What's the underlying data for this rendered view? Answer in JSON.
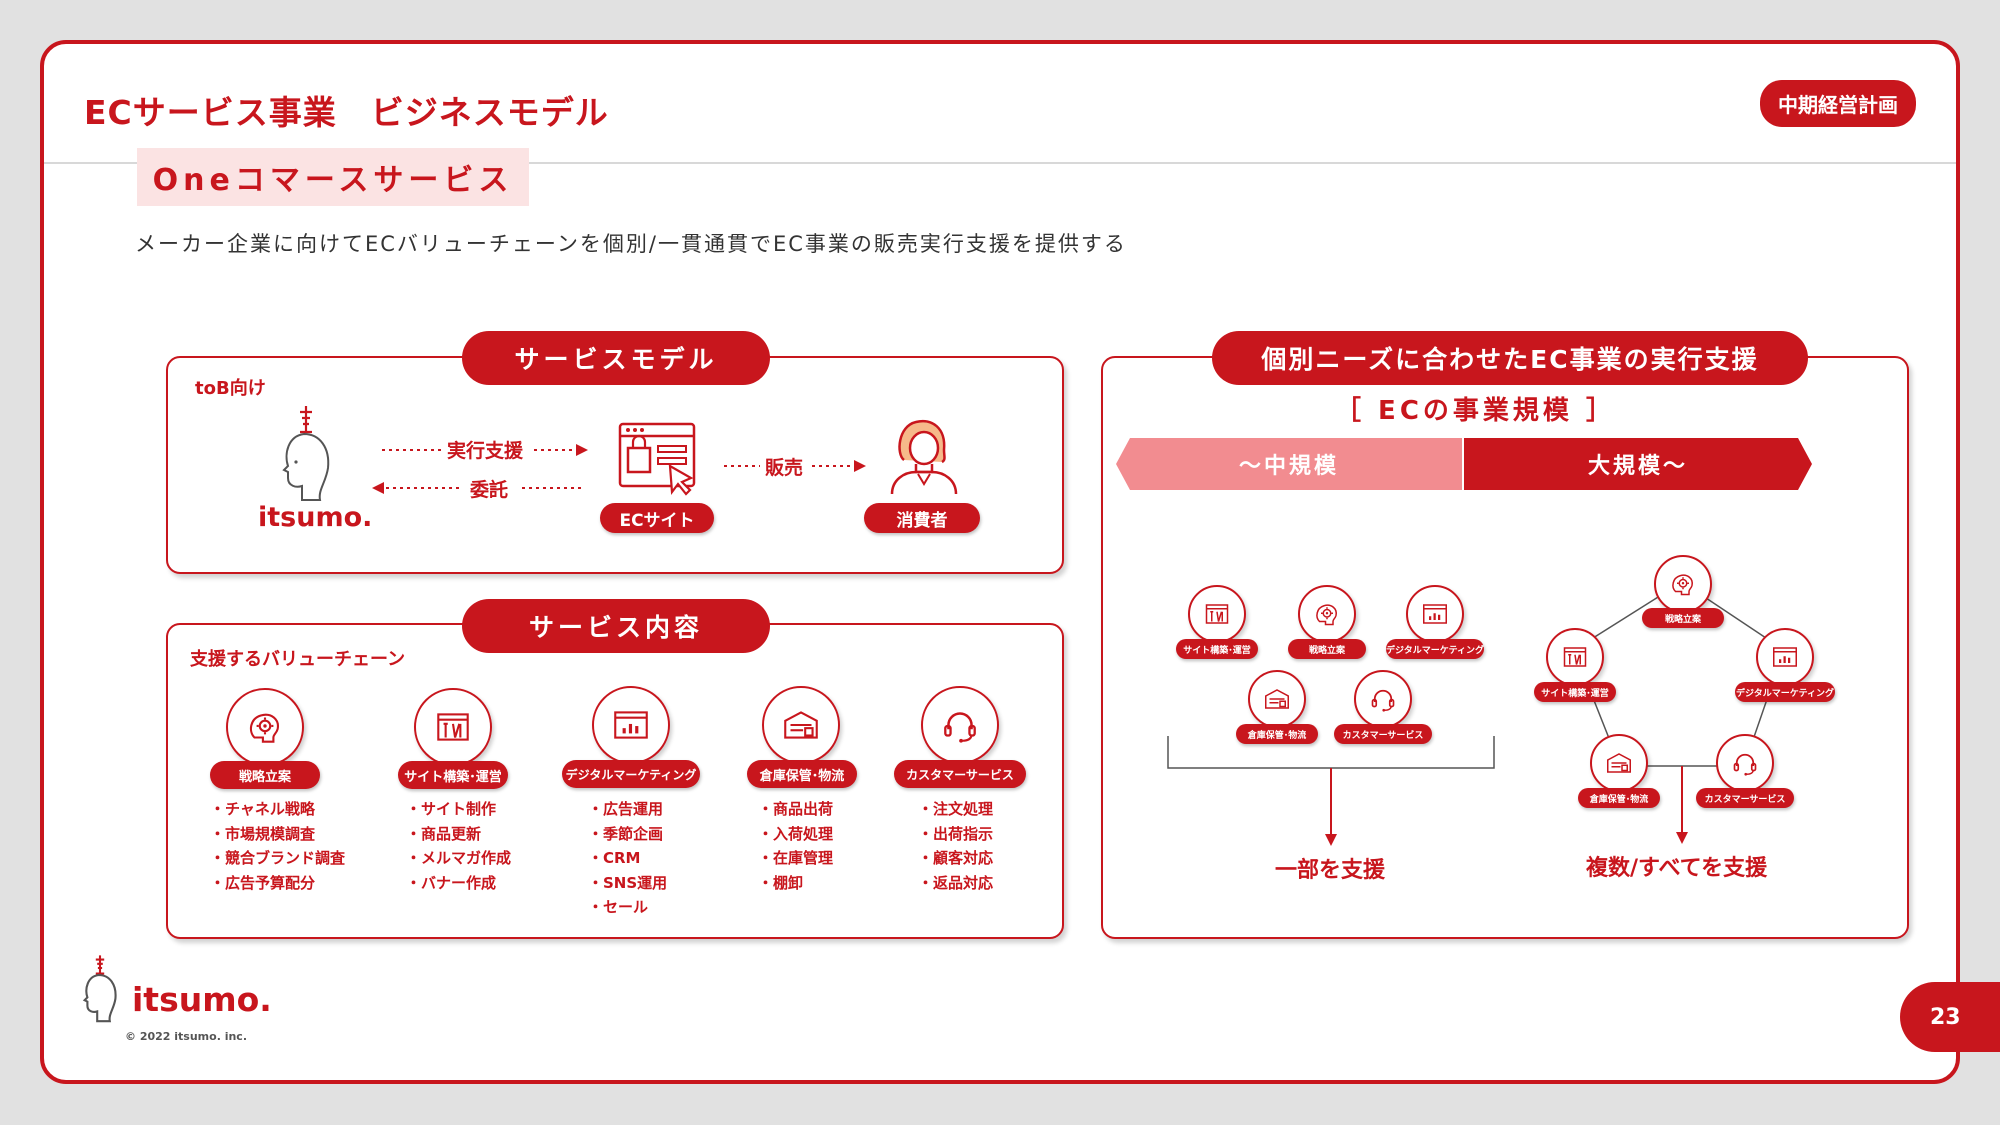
{
  "header": {
    "title": "ECサービス事業　ビジネスモデル",
    "tag": "中期経営計画"
  },
  "subtitle": "Oneコマースサービス",
  "description": "メーカー企業に向けてECバリューチェーンを個別/一貫通貫でEC事業の販売実行支援を提供する",
  "service_model": {
    "title": "サービスモデル",
    "target": "toB向け",
    "logo": "itsumo.",
    "arrow_support": "実行支援",
    "arrow_entrust": "委託",
    "ec_site": "ECサイト",
    "arrow_sales": "販売",
    "consumer": "消費者"
  },
  "service_content": {
    "title": "サービス内容",
    "chain_label": "支援するバリューチェーン",
    "items": [
      {
        "label": "戦略立案",
        "icon": "brain-gear-icon",
        "points": [
          "・チャネル戦略",
          "・市場規模調査",
          "・競合ブランド調査",
          "・広告予算配分"
        ]
      },
      {
        "label": "サイト構築･運営",
        "icon": "tools-icon",
        "points": [
          "・サイト制作",
          "・商品更新",
          "・メルマガ作成",
          "・バナー作成"
        ]
      },
      {
        "label": "デジタルマーケティング",
        "icon": "chart-window-icon",
        "points": [
          "・広告運用",
          "・季節企画",
          "・CRM",
          "・SNS運用",
          "・セール"
        ]
      },
      {
        "label": "倉庫保管･物流",
        "icon": "warehouse-icon",
        "points": [
          "・商品出荷",
          "・入荷処理",
          "・在庫管理",
          "・棚卸"
        ]
      },
      {
        "label": "カスタマーサービス",
        "icon": "headset-icon",
        "points": [
          "・注文処理",
          "・出荷指示",
          "・顧客対応",
          "・返品対応"
        ]
      }
    ]
  },
  "execution": {
    "title": "個別ニーズに合わせたEC事業の実行支援",
    "scale_title": "［ ECの事業規模 ］",
    "small_scale": "～中規模",
    "large_scale": "大規模～",
    "small_items": [
      "サイト構築･運営",
      "戦略立案",
      "デジタルマーケティング",
      "倉庫保管･物流",
      "カスタマーサービス"
    ],
    "large_items": [
      "戦略立案",
      "サイト構築･運営",
      "デジタルマーケティング",
      "倉庫保管･物流",
      "カスタマーサービス"
    ],
    "small_support": "一部を支援",
    "large_support": "複数/すべてを支援"
  },
  "footer": {
    "logo": "itsumo.",
    "copyright": "© 2022 itsumo. inc.",
    "page": "23"
  },
  "colors": {
    "accent": "#c8161d",
    "light_accent": "#f28c90",
    "badge_bg": "#fbe3e3"
  }
}
